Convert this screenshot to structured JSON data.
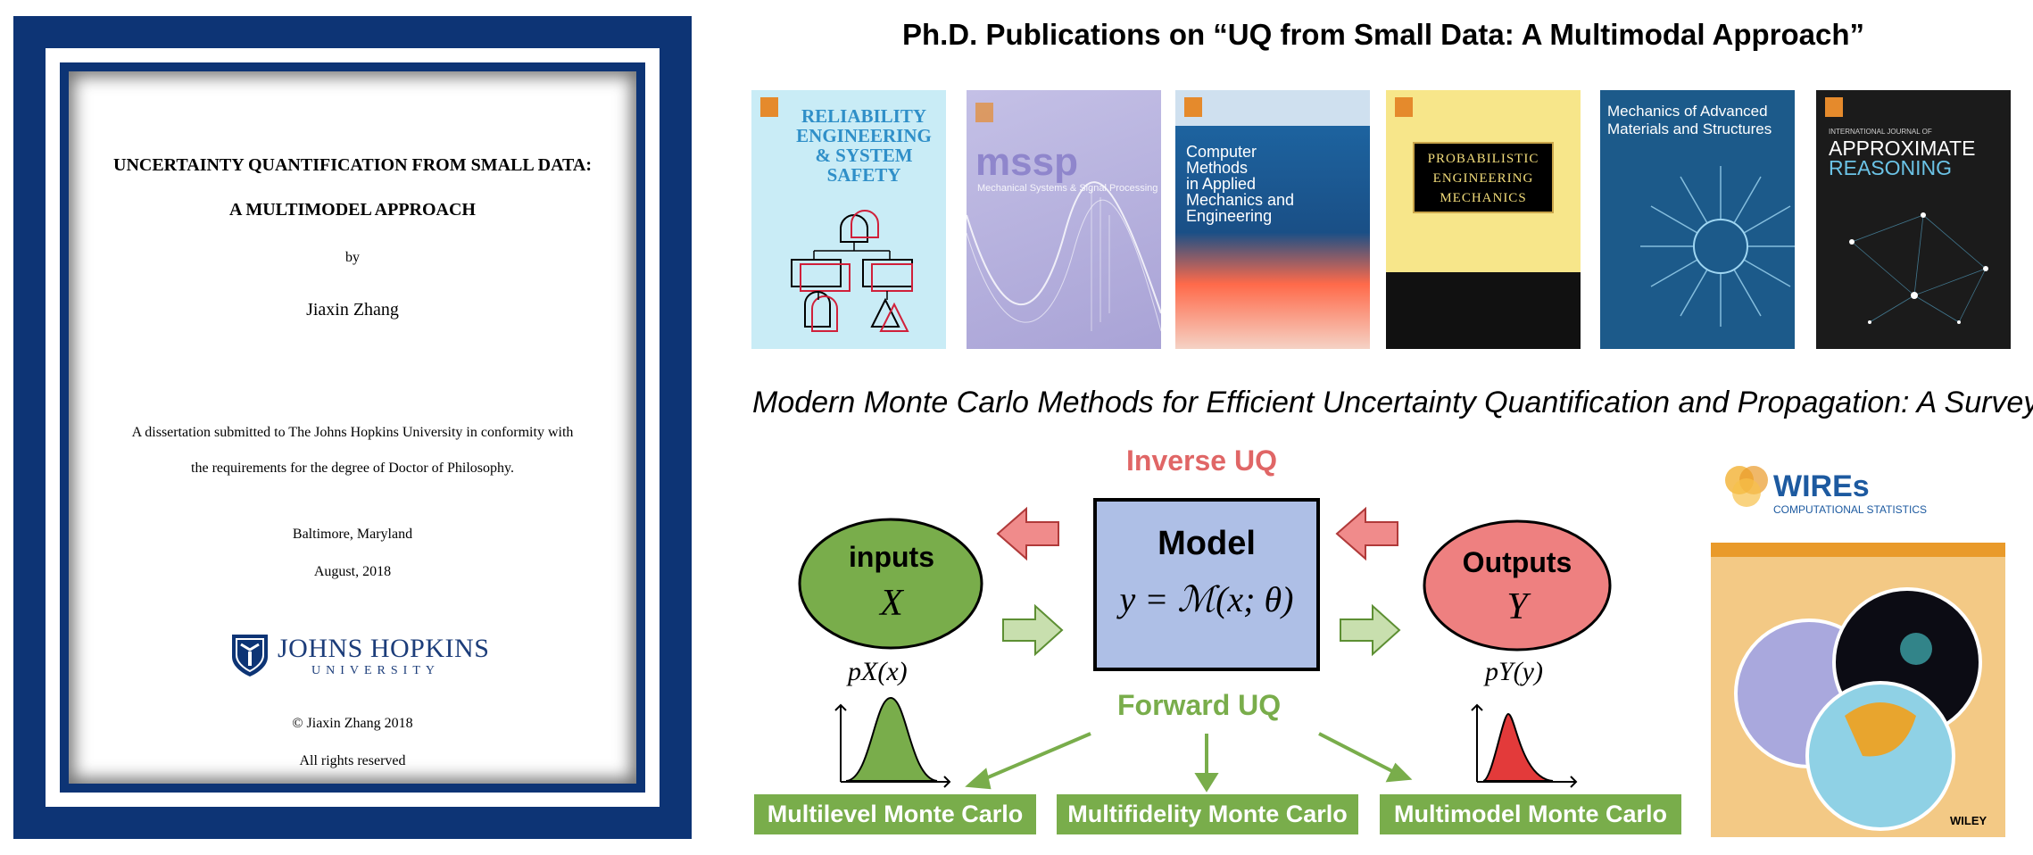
{
  "thesis": {
    "title_line1": "UNCERTAINTY QUANTIFICATION FROM SMALL DATA:",
    "title_line2": "A MULTIMODEL APPROACH",
    "by": "by",
    "author": "Jiaxin Zhang",
    "statement_line1": "A dissertation submitted to The Johns Hopkins University in conformity with",
    "statement_line2": "the requirements for the degree of Doctor of Philosophy.",
    "place": "Baltimore, Maryland",
    "date": "August, 2018",
    "university_name": "JOHNS HOPKINS",
    "university_sub": "UNIVERSITY",
    "copyright": "© Jiaxin Zhang 2018",
    "rights": "All rights reserved"
  },
  "publications": {
    "heading": "Ph.D. Publications on “UQ from Small Data: A Multimodal Approach”",
    "journals": [
      {
        "title_line1": "RELIABILITY",
        "title_line2": "ENGINEERING",
        "title_line3": "& SYSTEM",
        "title_line4": "SAFETY",
        "bg": "#c9ecf6"
      },
      {
        "title_line1": "mssp",
        "subtitle": "Mechanical Systems & Signal Processing",
        "bg": "#b7b2dd"
      },
      {
        "title_line1": "Computer",
        "title_line2": "Methods",
        "title_line3": "in Applied",
        "title_line4": "Mechanics and",
        "title_line5": "Engineering",
        "bg": "#1f5d96"
      },
      {
        "title_line1": "PROBABILISTIC",
        "title_line2": "ENGINEERING",
        "title_line3": "MECHANICS",
        "bg": "#111111"
      },
      {
        "title_line1": "Mechanics of Advanced",
        "title_line2": "Materials and Structures",
        "bg": "#1c5a8a"
      },
      {
        "title_line1": "INTERNATIONAL JOURNAL OF",
        "title_line2": "APPROXIMATE",
        "title_line3": "REASONING",
        "bg": "#1b1b1b"
      }
    ]
  },
  "survey": {
    "title": "Modern Monte Carlo Methods for Efficient Uncertainty Quantification and Propagation: A Survey",
    "inverse_label": "Inverse UQ",
    "forward_label": "Forward UQ",
    "inputs_label": "inputs",
    "inputs_symbol": "X",
    "model_label": "Model",
    "model_eq": "y = ℳ(x; θ)",
    "outputs_label": "Outputs",
    "outputs_symbol": "Y",
    "px_label": "pX(x)",
    "py_label": "pY(y)",
    "methods": [
      "Multilevel Monte Carlo",
      "Multifidelity Monte Carlo",
      "Multimodel Monte Carlo"
    ],
    "wires_title": "WIREs",
    "wires_sub": "COMPUTATIONAL STATISTICS",
    "wires_publisher": "WILEY",
    "colors": {
      "inverse": "#e06666",
      "forward": "#79ad4b",
      "inputs_fill": "#79ad4b",
      "outputs_fill": "#ee8080",
      "model_fill": "#aebfe6"
    }
  }
}
